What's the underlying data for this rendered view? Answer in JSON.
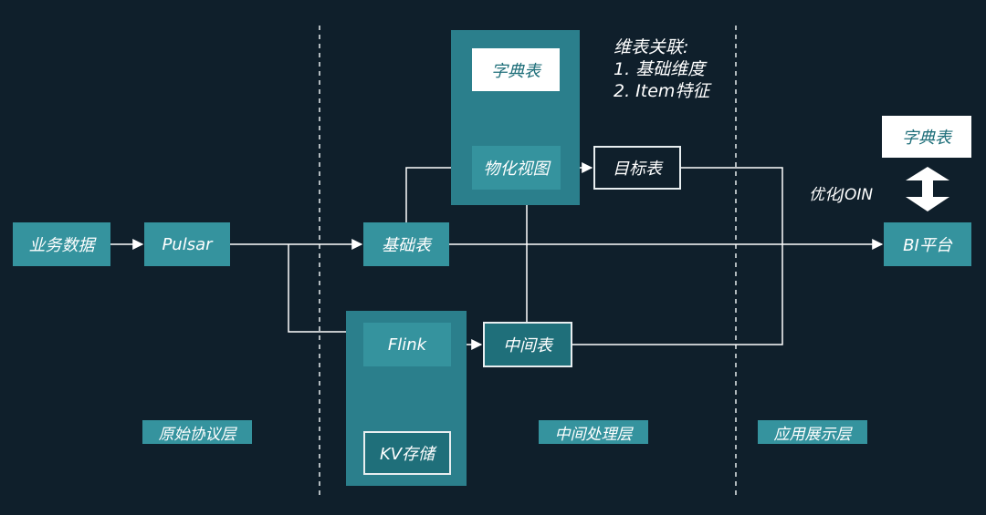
{
  "nodes": {
    "business_data": "业务数据",
    "pulsar": "Pulsar",
    "base_table": "基础表",
    "materialized_view": "物化视图",
    "target_table": "目标表",
    "dict_table_top": "字典表",
    "flink": "Flink",
    "middle_table": "中间表",
    "kv_storage": "KV存储",
    "dict_table_right": "字典表",
    "bi_platform": "BI平台"
  },
  "note": {
    "title": "维表关联:",
    "item1": "1. 基础维度",
    "item2": "2. Item特征"
  },
  "join_label": "优化JOIN",
  "layers": {
    "raw": "原始协议层",
    "processing": "中间处理层",
    "application": "应用展示层"
  },
  "colors": {
    "background": "#0f1f2b",
    "node": "#35939e",
    "group": "#2b7f8c",
    "line": "#ffffff"
  }
}
